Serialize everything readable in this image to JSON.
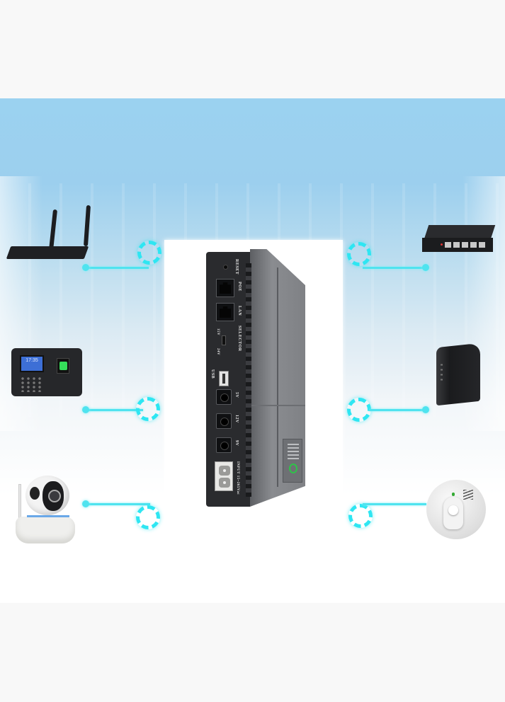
{
  "image": {
    "subject": "mini-dc-ups",
    "background_top_color": "#9bd2f0",
    "accent_color": "#2ee6f2",
    "page_background": "#f8f8f8"
  },
  "ups": {
    "labels": {
      "reset": "RESET",
      "poe": "POE",
      "lan": "LAN",
      "selector": "SELECTOR",
      "sel_15v": "15V",
      "sel_24v": "24V",
      "usb": "USB",
      "out_5v": "5V",
      "out_12v": "12V",
      "out_9v": "9V",
      "input": "INPUT 15~265Vac"
    }
  },
  "devices": [
    {
      "name": "wifi-router",
      "side": "left",
      "row": 1
    },
    {
      "name": "fingerprint-attendance",
      "side": "left",
      "row": 2,
      "screen_text": "17:35"
    },
    {
      "name": "ip-camera",
      "side": "left",
      "row": 3
    },
    {
      "name": "poe-switch",
      "side": "right",
      "row": 1
    },
    {
      "name": "modem",
      "side": "right",
      "row": 2
    },
    {
      "name": "smoke-detector",
      "side": "right",
      "row": 3
    }
  ]
}
